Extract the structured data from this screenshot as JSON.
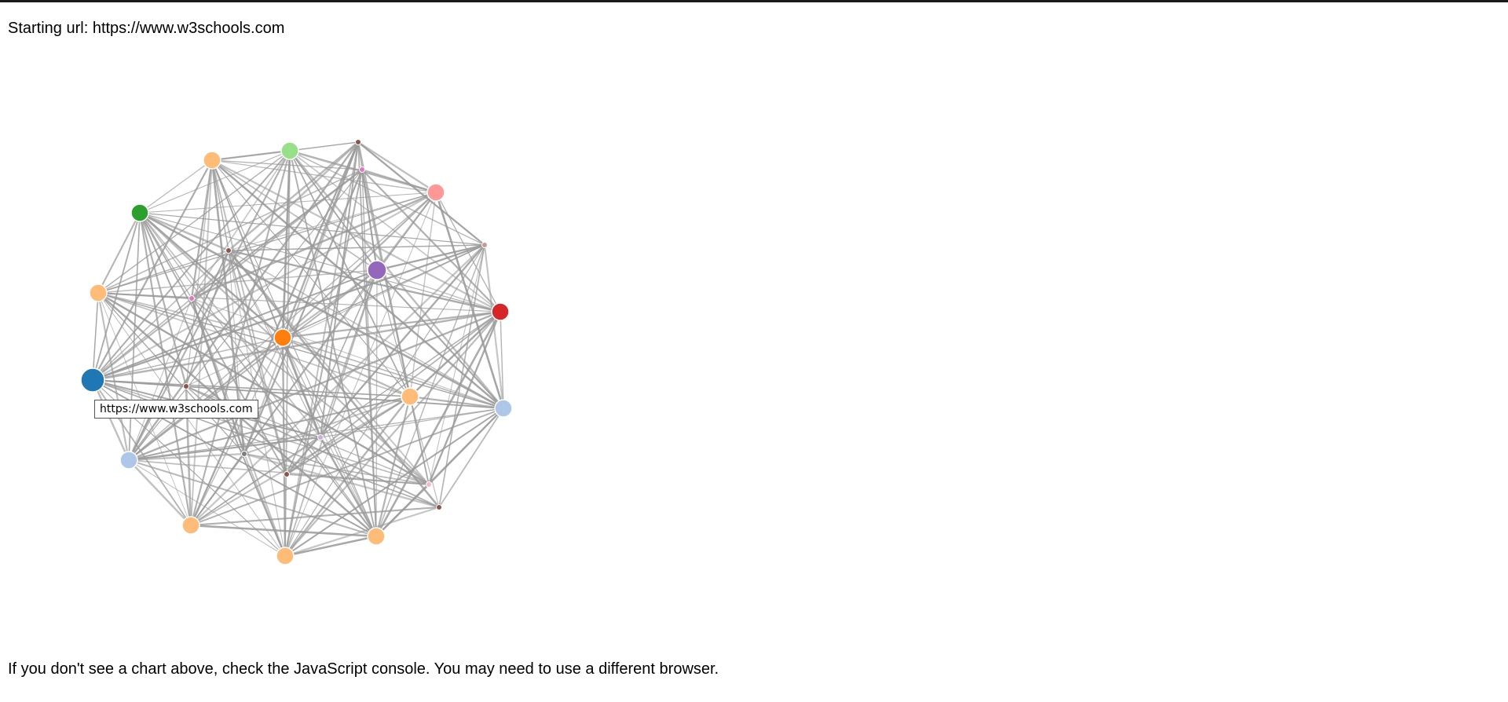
{
  "starting_url": {
    "label": "Starting url: https://www.w3schools.com"
  },
  "tooltip": {
    "text": "https://www.w3schools.com"
  },
  "footer": {
    "message": "If you don't see a chart above, check the JavaScript console. You may need to use a different browser."
  },
  "colors": {
    "edge": "#999999",
    "node_stroke": "#ffffff"
  },
  "graph": {
    "nodes": [
      {
        "id": "n0",
        "color": "#1f77b4"
      },
      {
        "id": "n1",
        "color": "#ffbb78"
      },
      {
        "id": "n2",
        "color": "#2ca02c"
      },
      {
        "id": "n3",
        "color": "#ffbb78"
      },
      {
        "id": "n4",
        "color": "#98df8a"
      },
      {
        "id": "n5",
        "color": "#8c564b"
      },
      {
        "id": "n6",
        "color": "#e377c2"
      },
      {
        "id": "n7",
        "color": "#ff9896"
      },
      {
        "id": "n8",
        "color": "#c49c94"
      },
      {
        "id": "n9",
        "color": "#d62728"
      },
      {
        "id": "n10",
        "color": "#aec7e8"
      },
      {
        "id": "n11",
        "color": "#ffbb78"
      },
      {
        "id": "n12",
        "color": "#8c564b"
      },
      {
        "id": "n13",
        "color": "#f7b6d2"
      },
      {
        "id": "n14",
        "color": "#ffbb78"
      },
      {
        "id": "n15",
        "color": "#ffbb78"
      },
      {
        "id": "n16",
        "color": "#ffbb78"
      },
      {
        "id": "n17",
        "color": "#aec7e8"
      },
      {
        "id": "n18",
        "color": "#8c564b"
      },
      {
        "id": "n19",
        "color": "#9467bd"
      },
      {
        "id": "n20",
        "color": "#ff7f0e"
      },
      {
        "id": "n21",
        "color": "#e377c2"
      },
      {
        "id": "n22",
        "color": "#8c564b"
      },
      {
        "id": "n23",
        "color": "#7f7f7f"
      },
      {
        "id": "n24",
        "color": "#c5b0d5"
      },
      {
        "id": "n25",
        "color": "#8c564b"
      }
    ]
  }
}
